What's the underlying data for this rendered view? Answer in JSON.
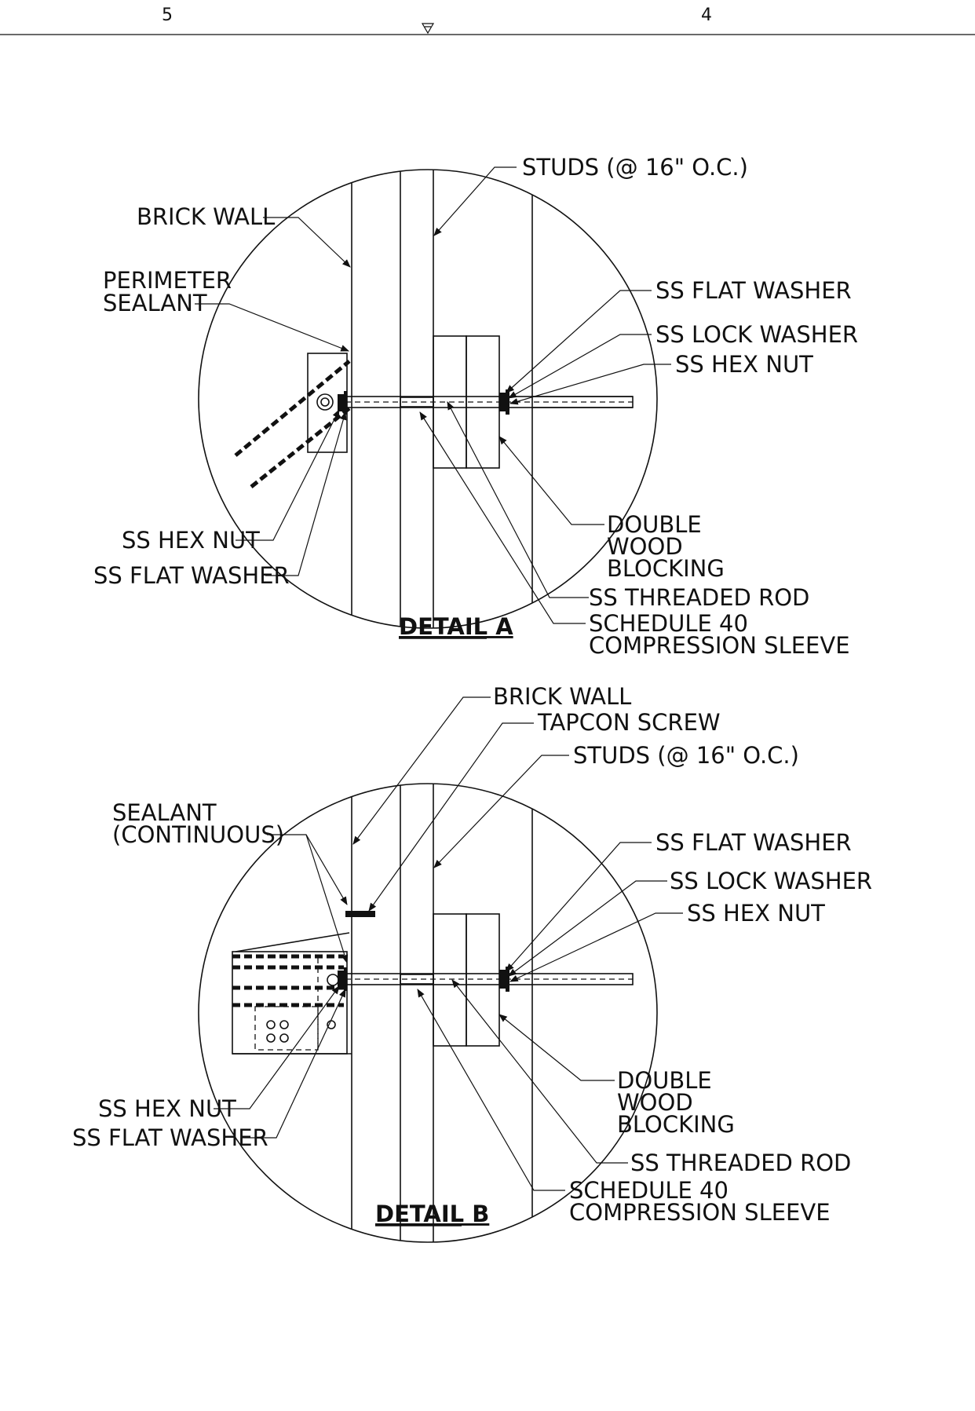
{
  "sheet": {
    "zone_left": "5",
    "zone_right": "4"
  },
  "detail_a": {
    "title": "DETAIL A",
    "labels": {
      "studs": "STUDS  (@ 16\" O.C.)",
      "brick_wall": "BRICK WALL",
      "perimeter_sealant_1": "PERIMETER",
      "perimeter_sealant_2": "SEALANT",
      "ss_flat_washer_right": "SS FLAT WASHER",
      "ss_lock_washer": "SS LOCK WASHER",
      "ss_hex_nut_right": "SS HEX NUT",
      "double_wood_1": "DOUBLE",
      "double_wood_2": "WOOD",
      "double_wood_3": "BLOCKING",
      "ss_hex_nut_left": "SS HEX NUT",
      "ss_flat_washer_left": "SS FLAT WASHER",
      "ss_threaded_rod": "SS THREADED ROD",
      "schedule_40_1": "SCHEDULE 40",
      "schedule_40_2": "COMPRESSION SLEEVE"
    }
  },
  "detail_b": {
    "title": "DETAIL B",
    "labels": {
      "brick_wall": "BRICK WALL",
      "tapcon_screw": "TAPCON SCREW",
      "studs": "STUDS  (@ 16\" O.C.)",
      "sealant_1": "SEALANT",
      "sealant_2": "(CONTINUOUS)",
      "ss_flat_washer_right": "SS FLAT WASHER",
      "ss_lock_washer": "SS LOCK WASHER",
      "ss_hex_nut_right": "SS HEX NUT",
      "double_wood_1": "DOUBLE",
      "double_wood_2": "WOOD",
      "double_wood_3": "BLOCKING",
      "ss_hex_nut_left": "SS HEX NUT",
      "ss_flat_washer_left": "SS FLAT WASHER",
      "ss_threaded_rod": "SS THREADED ROD",
      "schedule_40_1": "SCHEDULE 40",
      "schedule_40_2": "COMPRESSION SLEEVE"
    }
  }
}
